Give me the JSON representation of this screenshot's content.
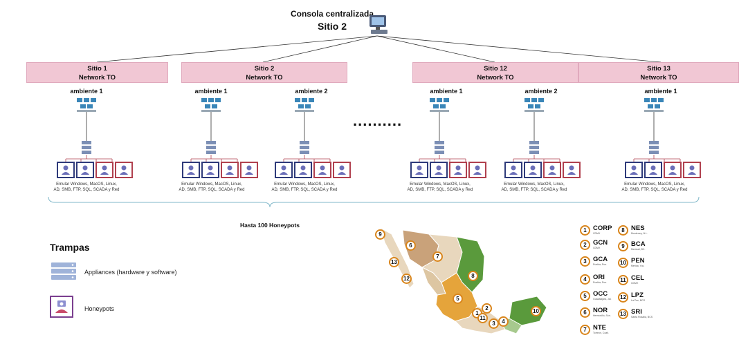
{
  "header": {
    "line1": "Consola centralizada",
    "line2": "Sitio 2"
  },
  "sites": [
    {
      "name": "Sitio 1",
      "network": "Network TO",
      "ambientes": [
        "ambiente 1"
      ]
    },
    {
      "name": "Sitio 2",
      "network": "Network TO",
      "ambientes": [
        "ambiente 1",
        "ambiente 2"
      ]
    },
    {
      "name": "Sitio 12",
      "network": "Network TO",
      "ambientes": [
        "ambiente 1",
        "ambiente 2"
      ]
    },
    {
      "name": "Sitio 13",
      "network": "Network TO",
      "ambientes": [
        "ambiente 1"
      ]
    }
  ],
  "emulation_caption_1": "Emular Windows, MacOS, Linux,",
  "emulation_caption_2": "AD, SMB, FTP, SQL, SCADA y Red",
  "ellipsis": "..........",
  "hasta": "Hasta 100 Honeypots",
  "legend": {
    "title": "Trampas",
    "appliances": "Appliances (hardware y software)",
    "honeypots": "Honeypots"
  },
  "regions": [
    {
      "num": "1",
      "code": "CORP",
      "sub": "CDMX"
    },
    {
      "num": "2",
      "code": "GCN",
      "sub": "CDMX"
    },
    {
      "num": "3",
      "code": "GCA",
      "sub": "Puebla, Pue."
    },
    {
      "num": "4",
      "code": "ORI",
      "sub": "Puebla, Pue."
    },
    {
      "num": "5",
      "code": "OCC",
      "sub": "Guadalajara, Jal."
    },
    {
      "num": "6",
      "code": "NOR",
      "sub": "Hermosillo, Son."
    },
    {
      "num": "7",
      "code": "NTE",
      "sub": "Torreon, Coah."
    },
    {
      "num": "8",
      "code": "NES",
      "sub": "Monterrey, N.L."
    },
    {
      "num": "9",
      "code": "BCA",
      "sub": "Mexicali, BC."
    },
    {
      "num": "10",
      "code": "PEN",
      "sub": "Mérida, Yuc."
    },
    {
      "num": "11",
      "code": "CEL",
      "sub": "CDMX"
    },
    {
      "num": "12",
      "code": "LPZ",
      "sub": "La Paz, BCS"
    },
    {
      "num": "13",
      "code": "SRI",
      "sub": "Santa Rosalía, BCS"
    }
  ],
  "map_badges": [
    "9",
    "6",
    "7",
    "13",
    "12",
    "8",
    "5",
    "1",
    "2",
    "11",
    "3",
    "4",
    "10"
  ],
  "colors": {
    "site_fill": "#f1c7d4",
    "honeypot_blue": "#2e3a7a",
    "honeypot_red": "#b0404e",
    "badge_orange": "#d9851b",
    "map_green": "#5a9a3c",
    "map_orange": "#e5a43b",
    "map_brown": "#c9a27a",
    "map_tan": "#e8d7bd"
  }
}
